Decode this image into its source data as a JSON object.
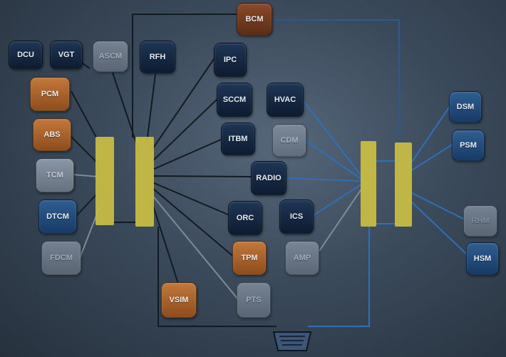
{
  "nodes": {
    "dcu": "DCU",
    "vgt": "VGT",
    "ascm": "ASCM",
    "rfh": "RFH",
    "pcm": "PCM",
    "abs": "ABS",
    "tcm": "TCM",
    "dtcm": "DTCM",
    "fdcm": "FDCM",
    "bcm": "BCM",
    "ipc": "IPC",
    "sccm": "SCCM",
    "itbm": "ITBM",
    "hvac": "HVAC",
    "cdm": "CDM",
    "radio": "RADIO",
    "orc": "ORC",
    "ics": "ICS",
    "tpm": "TPM",
    "amp": "AMP",
    "vsim": "VSIM",
    "pts": "PTS",
    "dsm": "DSM",
    "psm": "PSM",
    "rhm": "RHM",
    "hsm": "HSM"
  },
  "colors": {
    "background": "#3b4a5b",
    "bus_bar": "#cbbf44",
    "wire_dark": "#141a22",
    "wire_blue": "#2f6fb8",
    "wire_grey": "#7e8a98",
    "navy": "#14253f",
    "blue": "#24497a",
    "grey": "#7a8694",
    "orange": "#a9622c",
    "brown": "#733a20"
  },
  "icons": {
    "diagnostic_connector": "obd-connector-icon"
  }
}
